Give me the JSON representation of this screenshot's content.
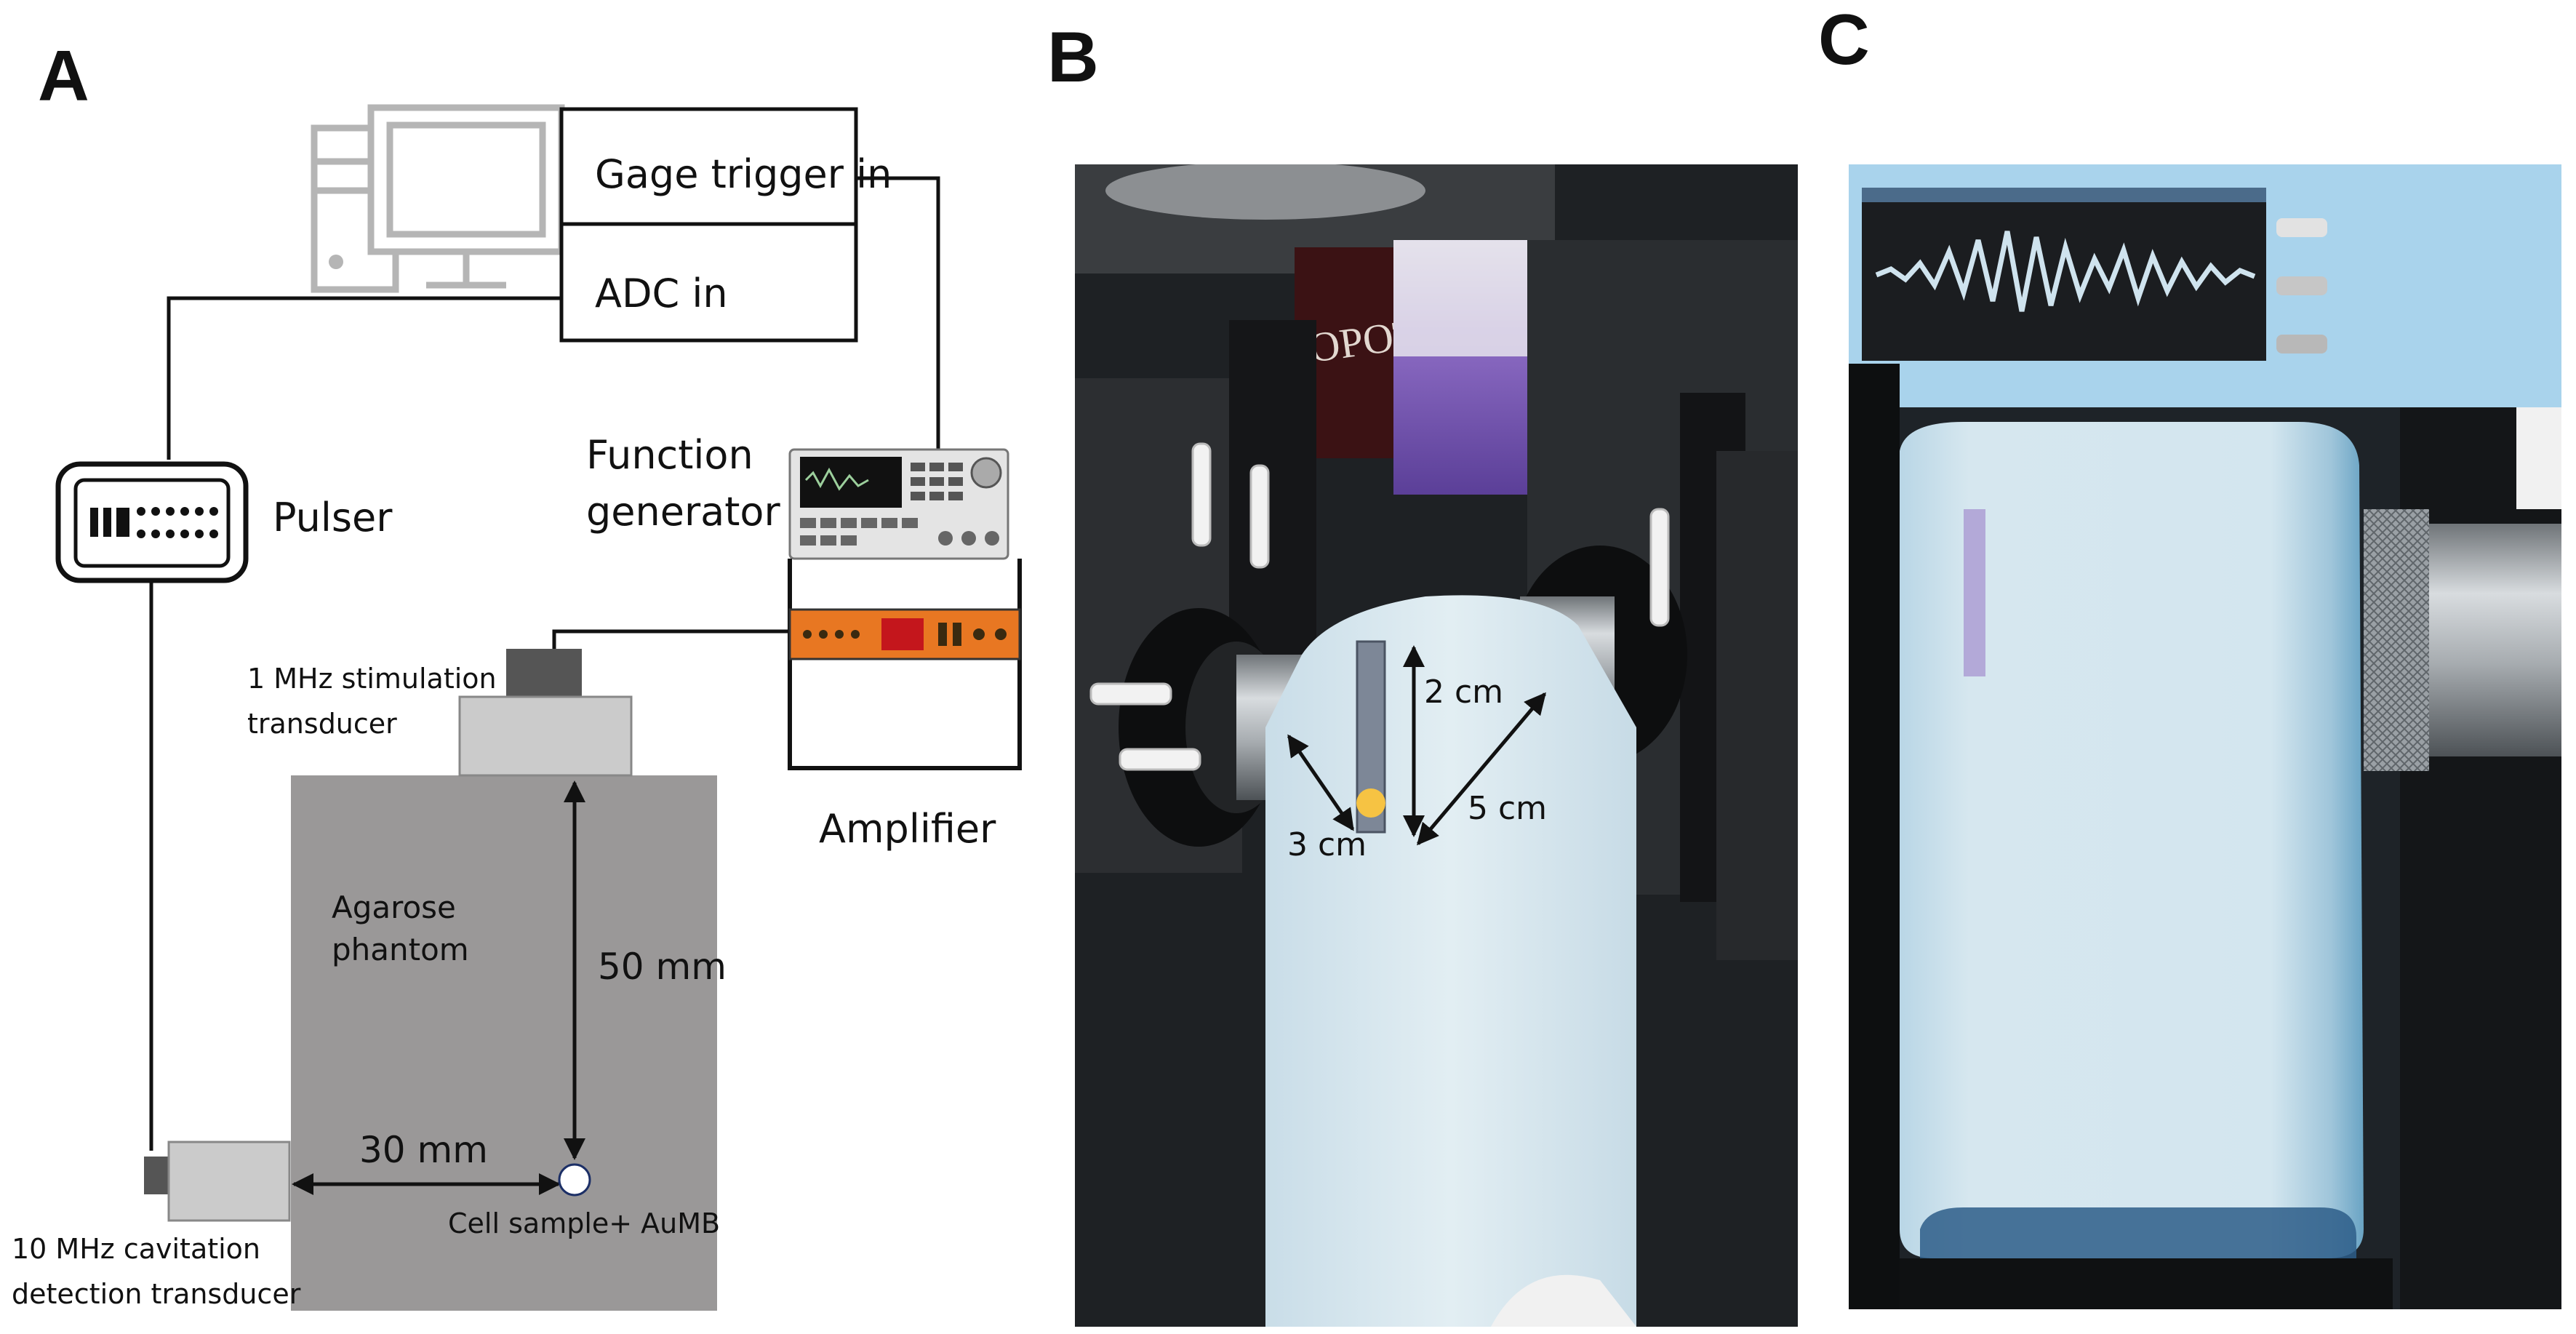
{
  "panels": {
    "a": {
      "letter": "A"
    },
    "b": {
      "letter": "B"
    },
    "c": {
      "letter": "C"
    }
  },
  "diagram": {
    "computer": {
      "gage_trigger_in": "Gage trigger in",
      "adc_in": "ADC in"
    },
    "pulser": "Pulser",
    "function_generator": [
      "Function",
      "generator"
    ],
    "amplifier": "Amplifier",
    "stimulation_transducer": [
      "1 MHz stimulation",
      "transducer"
    ],
    "phantom": [
      "Agarose",
      "phantom"
    ],
    "vertical_distance": "50 mm",
    "horizontal_distance": "30 mm",
    "cell_sample": "Cell sample+ AuMB",
    "cavitation_transducer": [
      "10 MHz cavitation",
      "detection transducer"
    ]
  },
  "photo_b": {
    "brand_fragment": "OPOT",
    "dim_height": "2 cm",
    "dim_left": "3 cm",
    "dim_diagonal": "5 cm"
  },
  "colors": {
    "phantom_gray": "#9a9898",
    "transducer_gray": "#c9c9c9",
    "amplifier_orange": "#e87722",
    "amplifier_display": "#c4161c",
    "sample_yellow": "#f6c343"
  }
}
